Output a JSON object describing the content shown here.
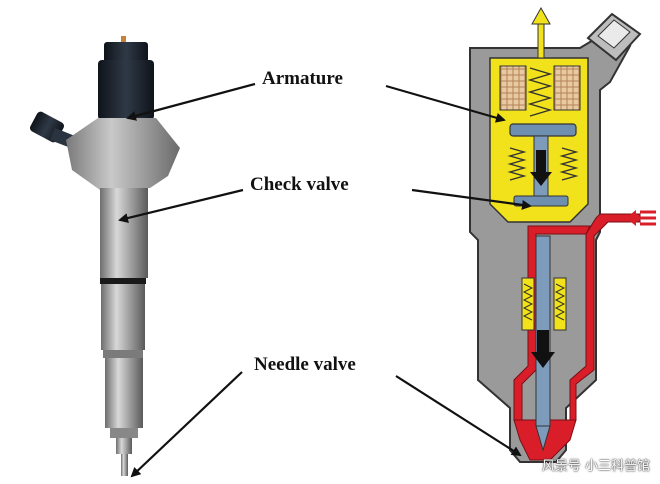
{
  "labels": {
    "armature": "Armature",
    "check_valve": "Check valve",
    "needle_valve": "Needle valve"
  },
  "watermark": "风景号 小三科普馆",
  "colors": {
    "fuel_return": "#f2e21c",
    "high_pressure_fuel": "#d91e2a",
    "injector_body": "#9a9a9a",
    "connector": "#1e2530"
  }
}
